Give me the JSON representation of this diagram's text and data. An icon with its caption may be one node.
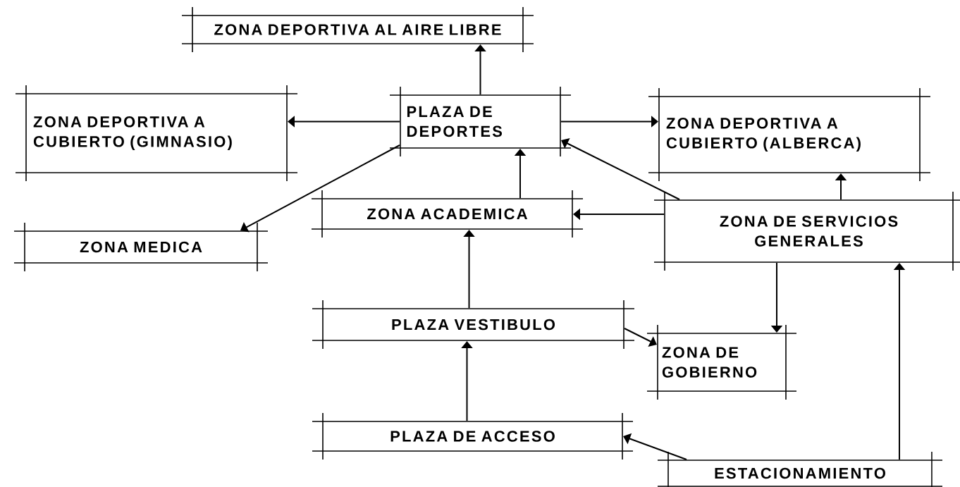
{
  "diagram": {
    "nodes": [
      {
        "text": [
          "ZONA DEPORTIVA AL AIRE LIBRE"
        ]
      },
      {
        "text": [
          "ZONA DEPORTIVA A CUBIERTO (GIMNASIO)"
        ]
      },
      {
        "text": [
          "PLAZA DE DEPORTES"
        ]
      },
      {
        "text": [
          "ZONA DEPORTIVA A CUBIERTO (ALBERCA)"
        ]
      },
      {
        "text": [
          "ZONA ACADEMICA"
        ]
      },
      {
        "text": [
          "ZONA MEDICA"
        ]
      },
      {
        "text": [
          "ZONA DE SERVICIOS GENERALES"
        ]
      },
      {
        "text": [
          "PLAZA VESTIBULO"
        ]
      },
      {
        "text": [
          "ZONA DE GOBIERNO"
        ]
      },
      {
        "text": [
          "PLAZA DE ACCESO"
        ]
      },
      {
        "text": [
          "ESTACIONAMIENTO"
        ]
      }
    ],
    "edges": [
      {
        "from": 2,
        "to": 0,
        "arrow": "to"
      },
      {
        "from": 2,
        "to": 1,
        "arrow": "to"
      },
      {
        "from": 2,
        "to": 3,
        "arrow": "to"
      },
      {
        "from": 2,
        "to": 5,
        "arrow": "to"
      },
      {
        "from": 6,
        "to": 2,
        "arrow": "to"
      },
      {
        "from": 4,
        "to": 2,
        "arrow": "to"
      },
      {
        "from": 6,
        "to": 3,
        "arrow": "to"
      },
      {
        "from": 6,
        "to": 4,
        "arrow": "to"
      },
      {
        "from": 7,
        "to": 4,
        "arrow": "to"
      },
      {
        "from": 6,
        "to": 8,
        "arrow": "to"
      },
      {
        "from": 7,
        "to": 8,
        "arrow": "to"
      },
      {
        "from": 9,
        "to": 7,
        "arrow": "to"
      },
      {
        "from": 10,
        "to": 9,
        "arrow": "to"
      },
      {
        "from": 10,
        "to": 6,
        "arrow": "to"
      }
    ]
  }
}
